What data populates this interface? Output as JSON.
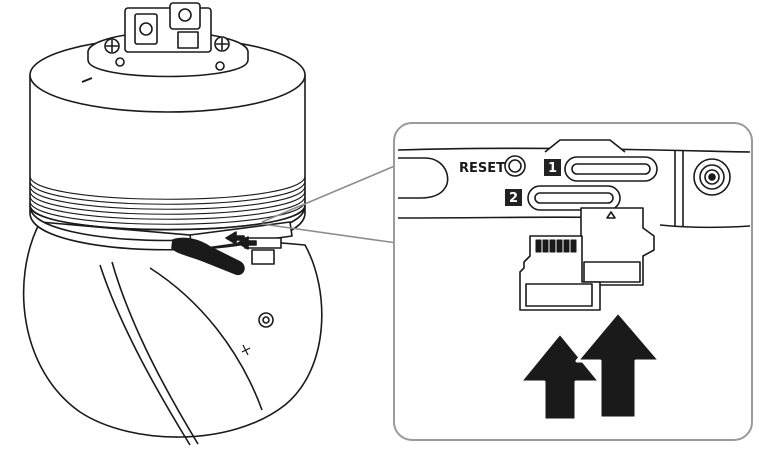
{
  "labels": {
    "reset": "RESET",
    "slot_1": "1",
    "slot_2": "2"
  },
  "colors": {
    "line": "#1a1a1a",
    "callout_border": "#9a9a9a",
    "leader": "#8c8c8c",
    "badge": "#222222",
    "arrow": "#1a1a1a",
    "background": "#ffffff"
  },
  "icons": {
    "camera": "dome-camera-illustration",
    "callout": "sd-card-slot-detail",
    "card_small": "micro-sd-card-icon",
    "card_large": "sd-card-icon",
    "arrows": "insert-up-arrow-icon"
  }
}
